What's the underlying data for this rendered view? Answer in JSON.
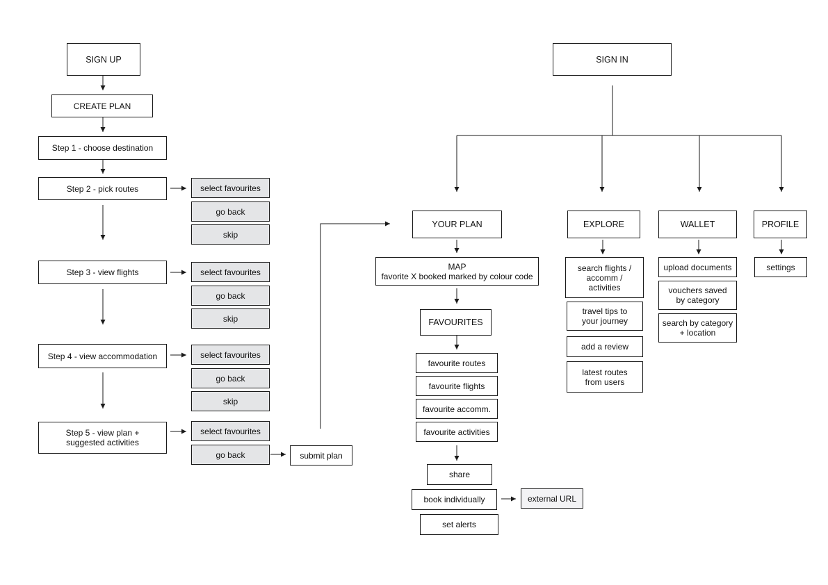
{
  "signup_flow": {
    "sign_up": "SIGN UP",
    "create_plan": "CREATE PLAN",
    "step1": "Step 1 - choose destination",
    "step2": "Step 2 - pick routes",
    "step3": "Step 3 - view flights",
    "step4": "Step 4 - view accommodation",
    "step5": "Step 5 - view plan + suggested activities",
    "step2_options": [
      "select favourites",
      "go back",
      "skip"
    ],
    "step3_options": [
      "select favourites",
      "go back",
      "skip"
    ],
    "step4_options": [
      "select favourites",
      "go back",
      "skip"
    ],
    "step5_options": [
      "select favourites",
      "go back"
    ],
    "submit_plan": "submit plan"
  },
  "signin_flow": {
    "sign_in": "SIGN IN",
    "your_plan": {
      "title": "YOUR PLAN",
      "map": "MAP\nfavorite X booked marked by colour code",
      "favourites": "FAVOURITES",
      "favourite_items": [
        "favourite routes",
        "favourite flights",
        "favourite accomm.",
        "favourite activities"
      ],
      "share": "share",
      "book_individually": "book individually",
      "external_url": "external URL",
      "set_alerts": "set alerts"
    },
    "explore": {
      "title": "EXPLORE",
      "items": [
        "search flights /\naccomm /\nactivities",
        "travel tips to\nyour journey",
        "add a review",
        "latest routes\nfrom users"
      ]
    },
    "wallet": {
      "title": "WALLET",
      "items": [
        "upload documents",
        "vouchers saved\nby category",
        "search by category\n+ location"
      ]
    },
    "profile": {
      "title": "PROFILE",
      "items": [
        "settings"
      ]
    }
  }
}
